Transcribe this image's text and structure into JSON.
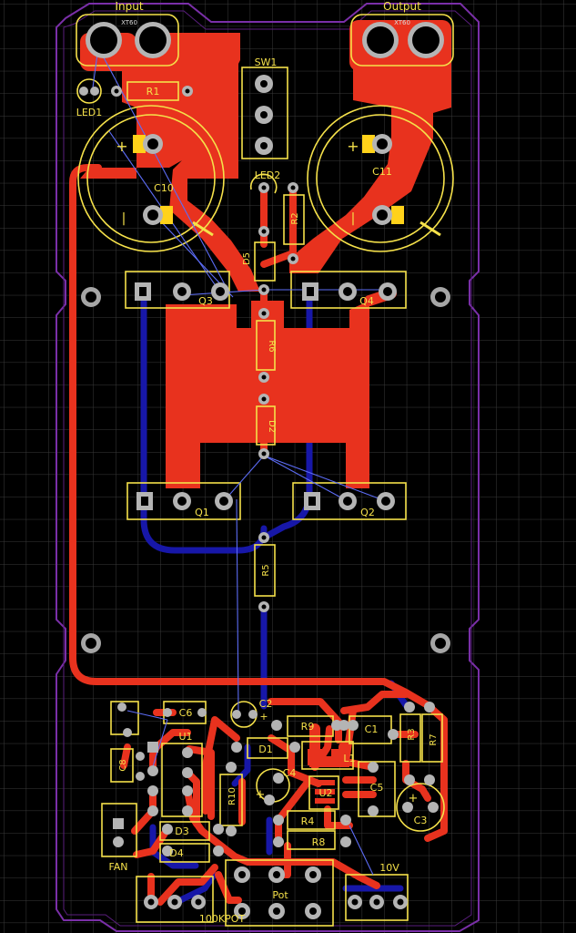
{
  "colors": {
    "background": "#000000",
    "grid": "#3a3a3a",
    "outline": "#7a2fa8",
    "top_copper": "#e8321e",
    "bottom_copper": "#1717a8",
    "silkscreen": "#f5e14a",
    "pad": "#b4b4b4",
    "pad_hole": "#000000",
    "ratsnest": "#5c6cf5",
    "tab_pad": "#ffd21a",
    "mount_hole": "#a6a6a6"
  },
  "labels": {
    "input": "Input",
    "output": "Output",
    "xt60_in": "XT60",
    "xt60_out": "XT60",
    "r1": "R1",
    "led1": "LED1",
    "sw1": "SW1",
    "led2": "LED2",
    "r2": "R2",
    "c10": "C10",
    "c11": "C11",
    "d5": "D5",
    "q3": "Q3",
    "q4": "Q4",
    "r6": "R6",
    "d2": "D2",
    "q1": "Q1",
    "q2": "Q2",
    "r5": "R5",
    "c2": "C2",
    "c6": "C6",
    "u1": "U1",
    "c8": "C8",
    "r9": "R9",
    "c1": "C1",
    "r3": "R3",
    "r7": "R7",
    "d1": "D1",
    "l1": "L1",
    "c4": "C4",
    "u2": "U2",
    "c5": "C5",
    "c3": "C3",
    "r10": "R10",
    "d3": "D3",
    "d4": "D4",
    "fan": "FAN",
    "r4": "R4",
    "r8": "R8",
    "v10": "10V",
    "pot": "Pot",
    "kpot": "100KPOT",
    "plus_c10": "+",
    "minus_c10": "|",
    "plus_c11": "+",
    "minus_c11": "|",
    "plus_c2": "+",
    "plus_c4": "+",
    "plus_c3": "+"
  }
}
